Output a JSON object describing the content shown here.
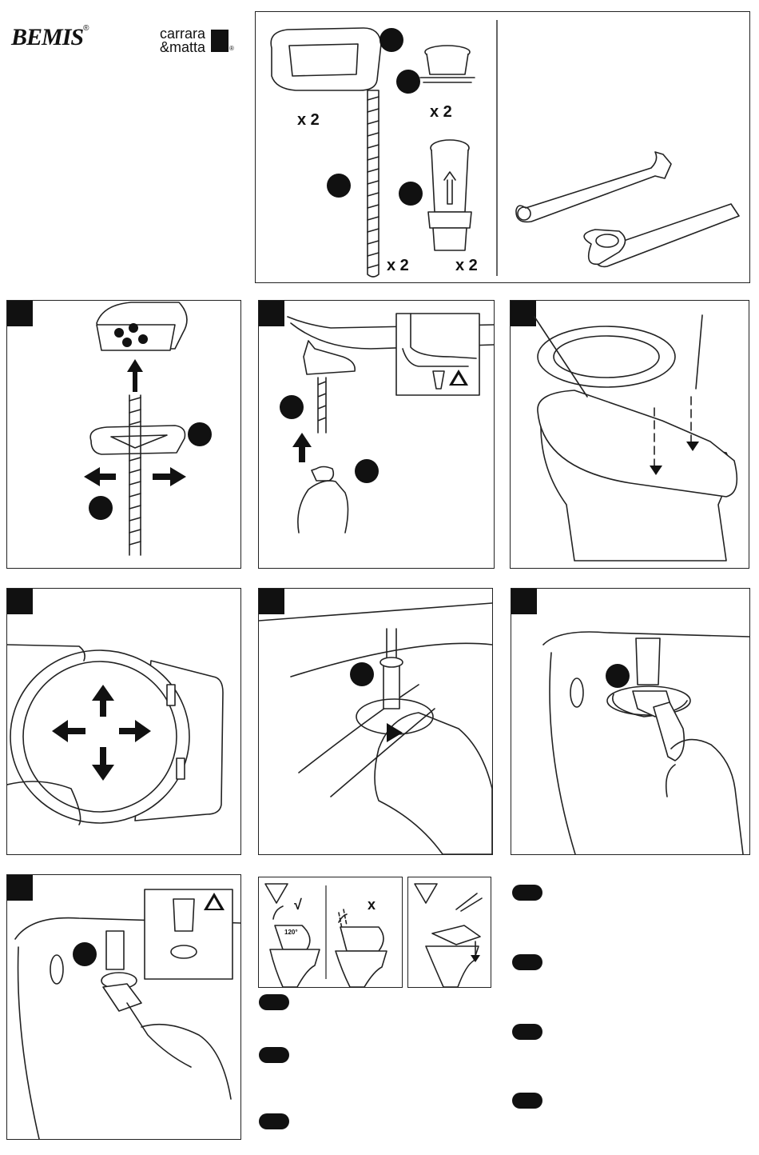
{
  "brand": {
    "bemis": "BEMIS",
    "bemis_mark": "®",
    "carrara_line1": "carrara",
    "carrara_line2": "&matta",
    "carrara_mark": "®"
  },
  "parts": {
    "qty_plate": "x 2",
    "qty_sleeve": "x 2",
    "qty_rod": "x 2",
    "qty_bolt": "x 2"
  },
  "step_care": {
    "open_angle": "120°",
    "ok_mark": "√",
    "wrong_mark": "x"
  },
  "colors": {
    "ink": "#111111",
    "line": "#222222",
    "paper": "#ffffff"
  },
  "icons": [
    "warning-icon",
    "arrow-up-icon",
    "arrow-left-icon",
    "arrow-right-icon",
    "arrow-down-icon",
    "rotate-icon",
    "check-icon",
    "cross-icon"
  ]
}
